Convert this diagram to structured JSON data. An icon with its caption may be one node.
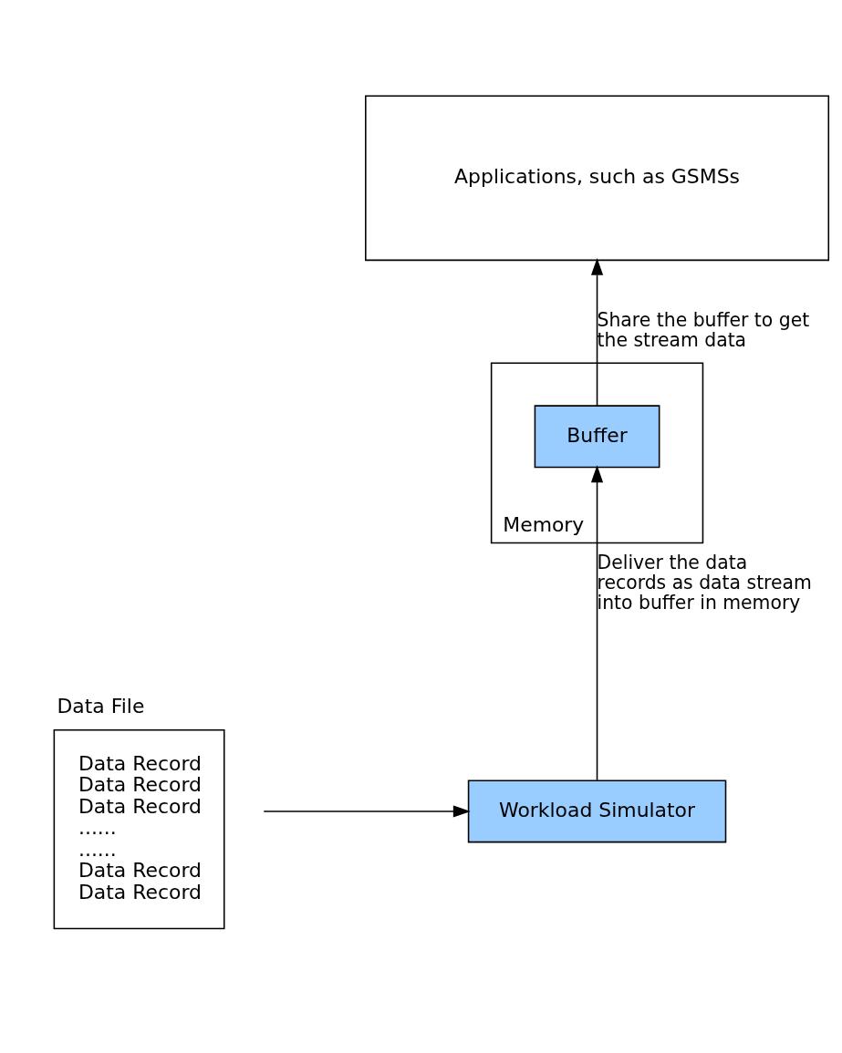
{
  "diagram": {
    "nodes": [
      {
        "text": [
          "Applications, such as GSMSs"
        ]
      },
      {
        "text": [
          "Memory"
        ]
      },
      {
        "text": [
          "Buffer"
        ],
        "in": 1
      },
      {
        "text": [
          "Data File",
          "Data Record",
          "Data Record",
          "Data Record",
          "......",
          "......",
          "Data Record",
          "Data Record"
        ]
      },
      {
        "text": [
          "Workload Simulator"
        ]
      }
    ],
    "edges": [
      {
        "from": 2,
        "to": 0,
        "arrow": "to",
        "label": "Share the buffer to get the stream data"
      },
      {
        "from": 4,
        "to": 2,
        "arrow": "to",
        "label": "Deliver the data records as data stream into buffer in memory"
      },
      {
        "from": 3,
        "to": 4,
        "arrow": "to"
      }
    ]
  }
}
